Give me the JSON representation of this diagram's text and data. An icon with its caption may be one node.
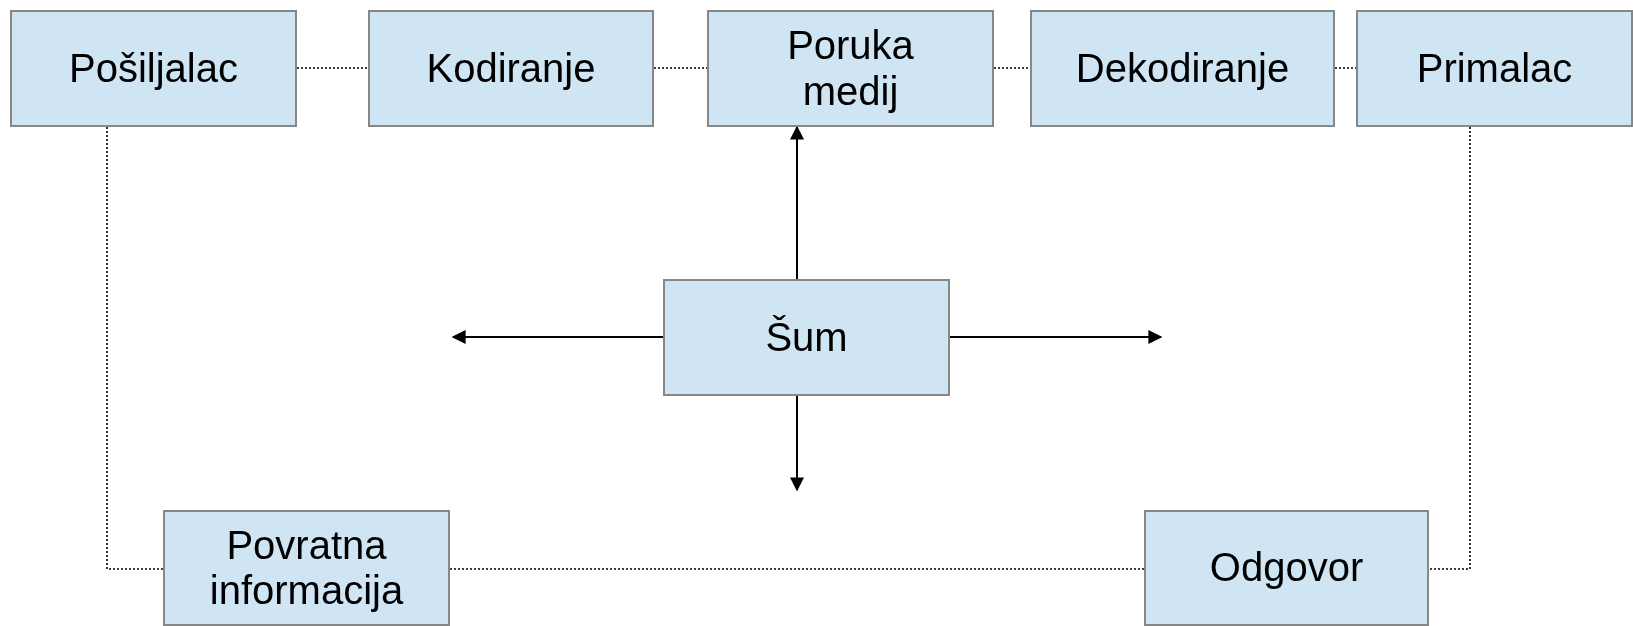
{
  "diagram": {
    "nodes": [
      {
        "text": [
          "Pošiljalac"
        ]
      },
      {
        "text": [
          "Kodiranje"
        ]
      },
      {
        "text": [
          "Poruka medij"
        ]
      },
      {
        "text": [
          "Dekodiranje"
        ]
      },
      {
        "text": [
          "Primalac"
        ]
      },
      {
        "text": [
          "Šum"
        ]
      },
      {
        "text": [
          "Povratna informacija"
        ]
      },
      {
        "text": [
          "Odgovor"
        ]
      }
    ],
    "edges": [
      {
        "from": 0,
        "to": 1,
        "arrow": "none",
        "style": "dashed"
      },
      {
        "from": 1,
        "to": 2,
        "arrow": "none",
        "style": "dashed"
      },
      {
        "from": 2,
        "to": 3,
        "arrow": "none",
        "style": "dashed"
      },
      {
        "from": 3,
        "to": 4,
        "arrow": "none",
        "style": "dashed"
      },
      {
        "from": 5,
        "to": 2,
        "arrow": "to"
      },
      {
        "from": 5,
        "to": null,
        "arrow": "to"
      },
      {
        "from": 5,
        "to": null,
        "arrow": "to"
      },
      {
        "from": 5,
        "to": null,
        "arrow": "to"
      },
      {
        "from": 4,
        "to": 7,
        "arrow": "none",
        "style": "dashed"
      },
      {
        "from": 7,
        "to": 6,
        "arrow": "none",
        "style": "dashed"
      },
      {
        "from": 6,
        "to": 0,
        "arrow": "none",
        "style": "dashed"
      }
    ]
  }
}
